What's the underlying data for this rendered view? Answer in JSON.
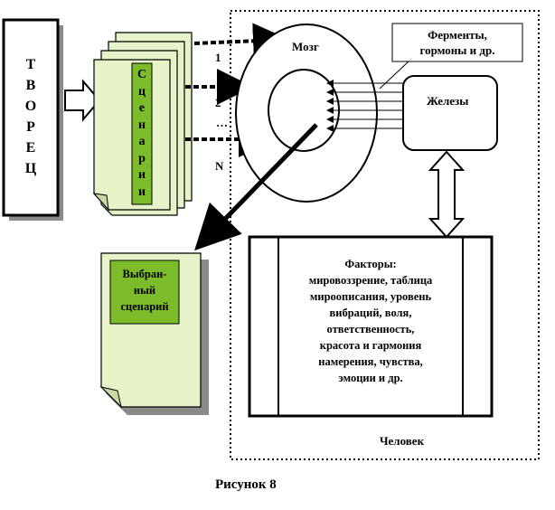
{
  "creator": {
    "letters": [
      "Т",
      "В",
      "О",
      "Р",
      "Е",
      "Ц"
    ]
  },
  "scenarios": {
    "letters": [
      "С",
      "ц",
      "е",
      "н",
      "а",
      "р",
      "и",
      "и"
    ]
  },
  "paths": {
    "label_1": "1",
    "label_2": "2",
    "label_dots": "…",
    "label_n": "N"
  },
  "brain": {
    "label": "Мозг"
  },
  "hormones": {
    "lines": [
      "Ферменты,",
      "гормоны и др."
    ]
  },
  "glands": {
    "label": "Железы"
  },
  "factors": {
    "lines": [
      "Факторы:",
      "мировоззрение,  таблица",
      "мироописания, уровень",
      "вибраций, воля,",
      "ответственность,",
      "красота и гармония",
      "намерения, чувства,",
      "эмоции и др."
    ]
  },
  "chosen": {
    "lines": [
      "Выбран-",
      "ный",
      "сценарий"
    ]
  },
  "person": {
    "label": "Человек"
  },
  "caption": "Рисунок 8",
  "colors": {
    "page_light": "#e6f2c8",
    "page_dark": "#7cbc2a",
    "shadow": "#8a8a8a"
  }
}
